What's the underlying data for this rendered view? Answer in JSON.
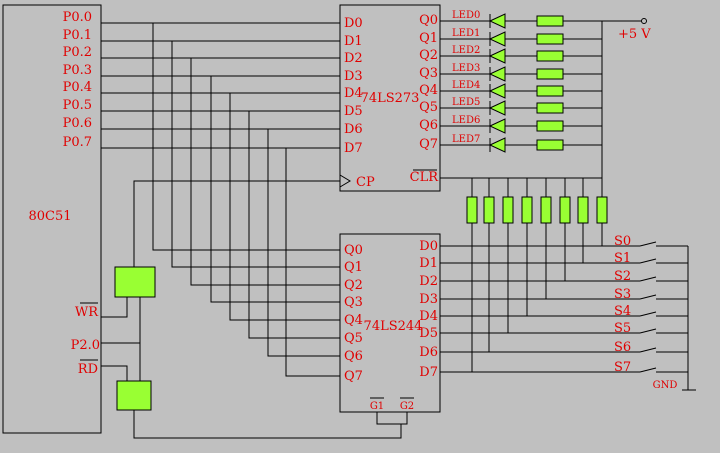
{
  "mcu": {
    "name": "80C51",
    "ports": [
      "P0.0",
      "P0.1",
      "P0.2",
      "P0.3",
      "P0.4",
      "P0.5",
      "P0.6",
      "P0.7"
    ],
    "wr": "WR",
    "p20": "P2.0",
    "rd": "RD"
  },
  "latch": {
    "name": "74LS273",
    "inputs": [
      "D0",
      "D1",
      "D2",
      "D3",
      "D4",
      "D5",
      "D6",
      "D7"
    ],
    "outputs": [
      "Q0",
      "Q1",
      "Q2",
      "Q3",
      "Q4",
      "Q5",
      "Q6",
      "Q7"
    ],
    "cp": "CP",
    "clr": "CLR"
  },
  "buffer": {
    "name": "74LS244",
    "outputs": [
      "Q0",
      "Q1",
      "Q2",
      "Q3",
      "Q4",
      "Q5",
      "Q6",
      "Q7"
    ],
    "inputs": [
      "D0",
      "D1",
      "D2",
      "D3",
      "D4",
      "D5",
      "D6",
      "D7"
    ],
    "g1": "G1",
    "g2": "G2"
  },
  "leds": [
    "LED0",
    "LED1",
    "LED2",
    "LED3",
    "LED4",
    "LED5",
    "LED6",
    "LED7"
  ],
  "switches": [
    "S0",
    "S1",
    "S2",
    "S3",
    "S4",
    "S5",
    "S6",
    "S7"
  ],
  "power": "+5 V",
  "ground": "GND",
  "colors": {
    "background": "#c0c0c0",
    "label": "#e00000",
    "component": "#99ff33",
    "wire": "#000000"
  }
}
